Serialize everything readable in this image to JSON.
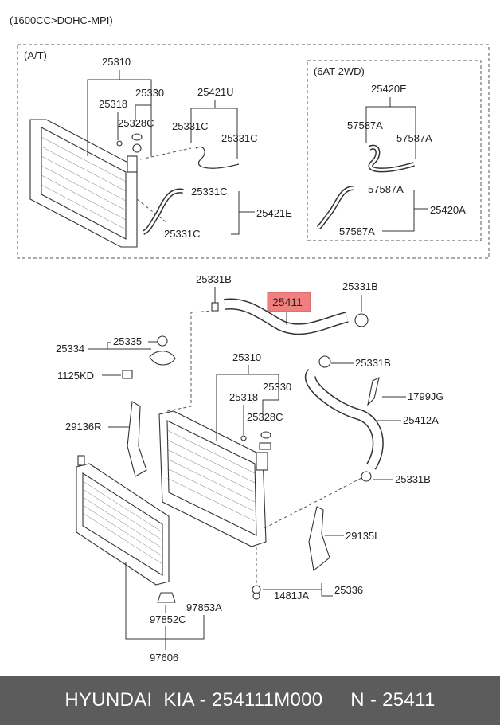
{
  "header": {
    "engine": "(1600CC>DOHC-MPI)"
  },
  "at_box": {
    "title": "(A/T)",
    "labels": {
      "p25310": "25310",
      "p25318": "25318",
      "p25330": "25330",
      "p25328c": "25328C",
      "p25421u": "25421U",
      "p25331c_a": "25331C",
      "p25331c_b": "25331C",
      "p25331c_c": "25331C",
      "p25331c_d": "25331C",
      "p25421e": "25421E"
    }
  },
  "sixat_box": {
    "title": "(6AT 2WD)",
    "labels": {
      "p25420e": "25420E",
      "p57587a_a": "57587A",
      "p57587a_b": "57587A",
      "p57587a_c": "57587A",
      "p57587a_d": "57587A",
      "p25420a": "25420A"
    }
  },
  "main": {
    "highlight_part": "25411",
    "labels": {
      "p25331b_a": "25331B",
      "p25331b_b": "25331B",
      "p25331b_c": "25331B",
      "p25331b_d": "25331B",
      "p25334": "25334",
      "p25335": "25335",
      "p1125kd": "1125KD",
      "p29136r": "29136R",
      "p25310": "25310",
      "p25318": "25318",
      "p25330": "25330",
      "p25328c": "25328C",
      "p1799jg": "1799JG",
      "p25412a": "25412A",
      "p29135l": "29135L",
      "p25336": "25336",
      "p1481ja": "1481JA",
      "p97853a": "97853A",
      "p97852c": "97852C",
      "p97606": "97606"
    }
  },
  "colors": {
    "highlight": "#f08080",
    "footer_bg": "#5c5c5c",
    "footer_text": "#ffffff"
  },
  "footer": {
    "text": "HYUNDAI  KIA - 254111M000     N - 25411"
  }
}
